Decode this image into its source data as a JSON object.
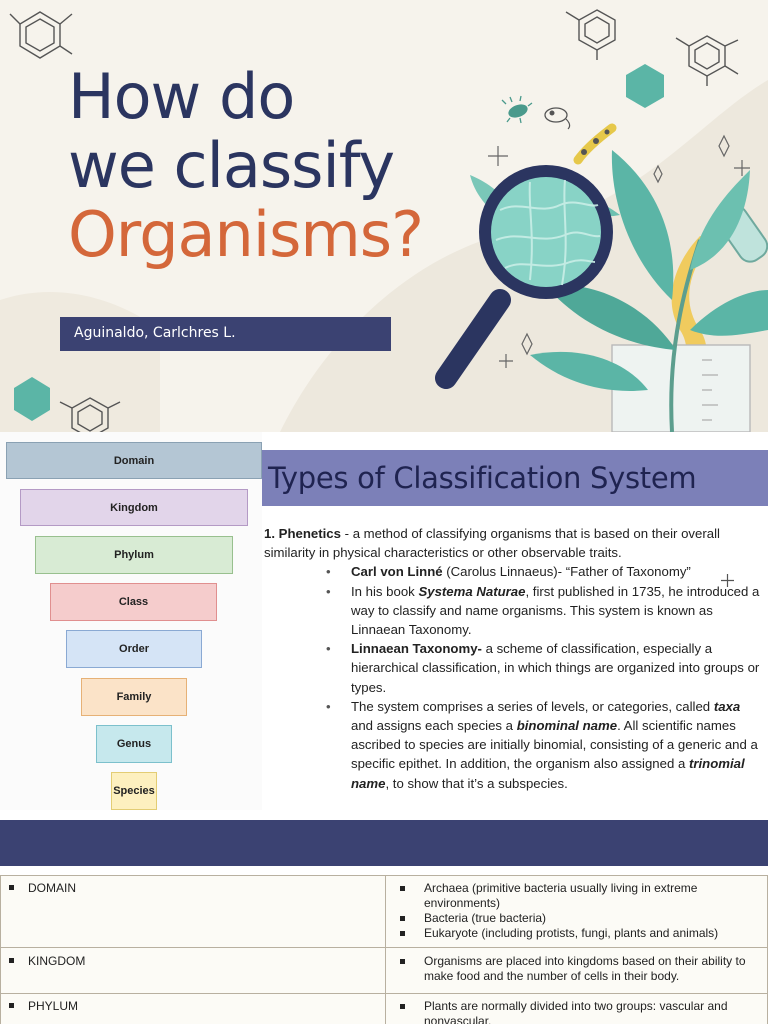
{
  "cover": {
    "title_line1": "How do",
    "title_line2": "we classify",
    "title_line3": "Organisms?",
    "author": "Aguinaldo, Carlchres L."
  },
  "ranks": {
    "domain": "Domain",
    "kingdom": "Kingdom",
    "phylum": "Phylum",
    "class": "Class",
    "order": "Order",
    "family": "Family",
    "genus": "Genus",
    "species": "Species"
  },
  "content": {
    "heading": "Types of Classification System",
    "phenetics_label": "1. Phenetics",
    "phenetics_text": " - a method of classifying organisms that is based on their overall similarity in physical characteristics or other observable traits.",
    "b1_name": "Carl von Linné",
    "b1_rest": " (Carolus Linnaeus)- “Father of Taxonomy”",
    "b2_pre": "In his book ",
    "b2_book": "Systema Naturae",
    "b2_rest": ", first published in 1735, he introduced a way to classify and name organisms. This system is known as Linnaean Taxonomy.",
    "b3_term": "Linnaean Taxonomy-",
    "b3_rest": " a scheme of classification, especially a hierarchical classification, in which things are organized into groups or types.",
    "b4_a": "The system comprises a series of levels, or categories, called ",
    "b4_taxa": "taxa",
    "b4_b": " and assigns each species a ",
    "b4_binominal": "binominal name",
    "b4_c": ". All scientific names ascribed to species are initially binomial, consisting of a generic and a specific epithet. In addition, the organism also assigned a ",
    "b4_trinomial": "trinomial name",
    "b4_d": ", to show that it’s a subspecies."
  },
  "table": {
    "rows": [
      {
        "rank": "DOMAIN",
        "items": [
          "Archaea (primitive bacteria usually living in extreme environments)",
          "Bacteria (true bacteria)",
          "Eukaryote (including protists, fungi, plants and animals)"
        ]
      },
      {
        "rank": "KINGDOM",
        "items": [
          "Organisms are placed into kingdoms based on their ability to make food and the number of cells in their body."
        ]
      },
      {
        "rank": "PHYLUM",
        "items": [
          "Plants are normally divided into two groups: vascular and nonvascular."
        ]
      }
    ]
  },
  "colors": {
    "navy": "#2b3560",
    "orange": "#d4673a",
    "band": "#3b4272",
    "heading_bar": "#7c80b8",
    "teal": "#5bb5a6"
  }
}
